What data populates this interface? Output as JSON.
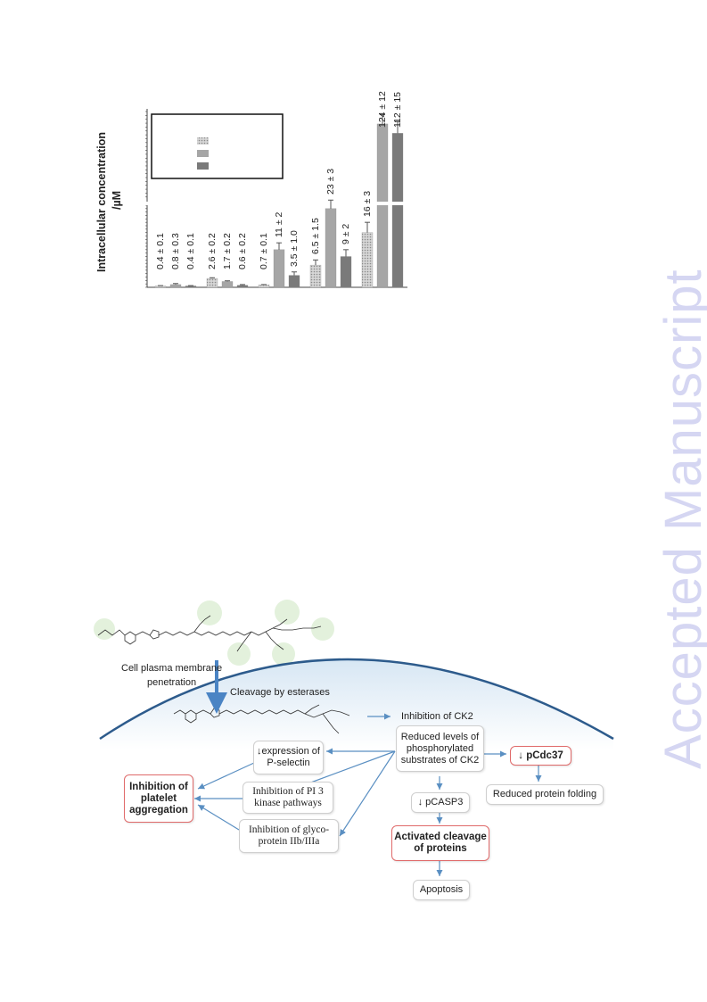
{
  "watermark": "Accepted Manuscript",
  "chart": {
    "y_label_line1": "Intracellular concentration",
    "y_label_line2": "/µM"
  },
  "chart_data": {
    "type": "bar",
    "ylabel": "Intracellular concentration /µM",
    "groups": 5,
    "series_count": 3,
    "series": [
      {
        "name": "",
        "pattern": "dotted",
        "color": "#b9b9b9",
        "values": [
          0.4,
          2.6,
          0.7,
          6.5,
          16
        ],
        "errors": [
          0.1,
          0.2,
          0.1,
          1.5,
          3
        ]
      },
      {
        "name": "",
        "pattern": "solid",
        "color": "#a6a6a6",
        "values": [
          0.8,
          1.7,
          11,
          23,
          124
        ],
        "errors": [
          0.3,
          0.2,
          2,
          3,
          12
        ]
      },
      {
        "name": "",
        "pattern": "solid",
        "color": "#7a7a7a",
        "values": [
          0.4,
          0.6,
          3.5,
          9,
          112
        ],
        "errors": [
          0.1,
          0.2,
          1.0,
          2,
          15
        ]
      }
    ],
    "value_labels": [
      [
        "0.4 ± 0.1",
        "0.8 ± 0.3",
        "0.4 ± 0.1"
      ],
      [
        "2.6 ± 0.2",
        "1.7 ± 0.2",
        "0.6 ± 0.2"
      ],
      [
        "0.7 ± 0.1",
        "11 ± 2",
        "3.5 ± 1.0"
      ],
      [
        "6.5 ± 1.5",
        "23 ± 3",
        "9 ± 2"
      ],
      [
        "16 ± 3",
        "124 ± 12",
        "112 ± 15"
      ]
    ],
    "axis_break": true,
    "legend": "inset, empty labels"
  },
  "scheme": {
    "membrane_label_line1": "Cell plasma membrane",
    "membrane_label_line2": "penetration",
    "cleavage_label": "Cleavage by esterases",
    "inhibition_ck2": "Inhibition of CK2",
    "reduced_levels": "Reduced levels of phosphorylated substrates of CK2",
    "expression": "↓expression of P-selectin",
    "pi3": "Inhibition of PI 3 kinase pathways",
    "glyco": "Inhibition of glyco-protein IIb/IIIa",
    "platelet": "Inhibition of platelet aggregation",
    "pcdc37": "↓ pCdc37",
    "folding": "Reduced protein folding",
    "pcasp3": "↓ pCASP3",
    "cleavage_proteins": "Activated cleavage of proteins",
    "apoptosis": "Apoptosis"
  }
}
